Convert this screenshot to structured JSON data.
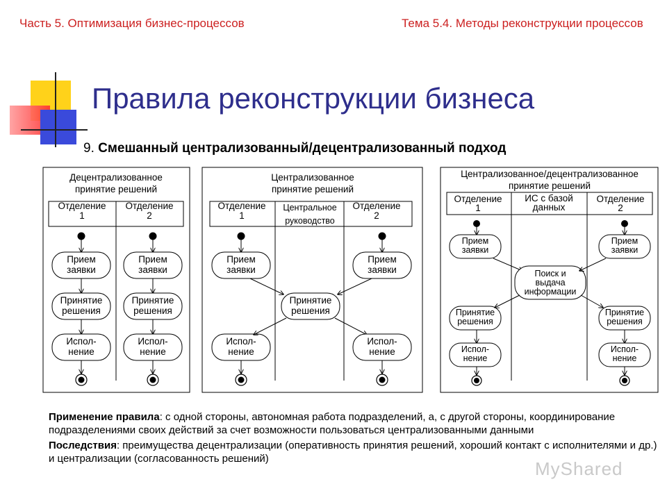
{
  "header": {
    "left": "Часть 5. Оптимизация бизнес-процессов",
    "right": "Тема 5.4. Методы реконструкции процессов"
  },
  "title": "Правила реконструкции бизнеса",
  "subtitle": {
    "number": "9.",
    "text": "Смешанный централизованный/децентрализованный подход"
  },
  "panels": [
    {
      "title_line1": "Децентрализованное",
      "title_line2": "принятие решений",
      "lanes": [
        {
          "line1": "Отделение",
          "line2": "1"
        },
        {
          "line1": "Отделение",
          "line2": "2"
        }
      ]
    },
    {
      "title_line1": "Централизованное",
      "title_line2": "принятие решений",
      "lanes": [
        {
          "line1": "Отделение",
          "line2": "1"
        },
        {
          "line1": "Центральное",
          "line2": "руководство"
        },
        {
          "line1": "Отделение",
          "line2": "2"
        }
      ]
    },
    {
      "title_line1": "Централизованное/децентрализованное",
      "title_line2": "принятие решений",
      "lanes": [
        {
          "line1": "Отделение",
          "line2": "1"
        },
        {
          "line1": "ИС с базой",
          "line2": "данных"
        },
        {
          "line1": "Отделение",
          "line2": "2"
        }
      ]
    }
  ],
  "activities": {
    "receive": {
      "line1": "Прием",
      "line2": "заявки"
    },
    "decide": {
      "line1": "Принятие",
      "line2": "решения"
    },
    "execute": {
      "line1": "Испол-",
      "line2": "нение"
    },
    "search": {
      "line1": "Поиск и",
      "line2": "выдача",
      "line3": "информации"
    }
  },
  "bottom": {
    "rule_label": "Применение правила",
    "rule_text": ": с одной стороны, автономная работа подразделений, а, с другой стороны, координирование подразделениями своих действий за счет возможности пользоваться централизованными данными",
    "effects_label": "Последствия",
    "effects_text": ": преимущества децентрализации (оперативность принятия решений, хороший контакт с исполнителями и др.) и централизации (согласованность решений)"
  },
  "watermark": "MyShared"
}
